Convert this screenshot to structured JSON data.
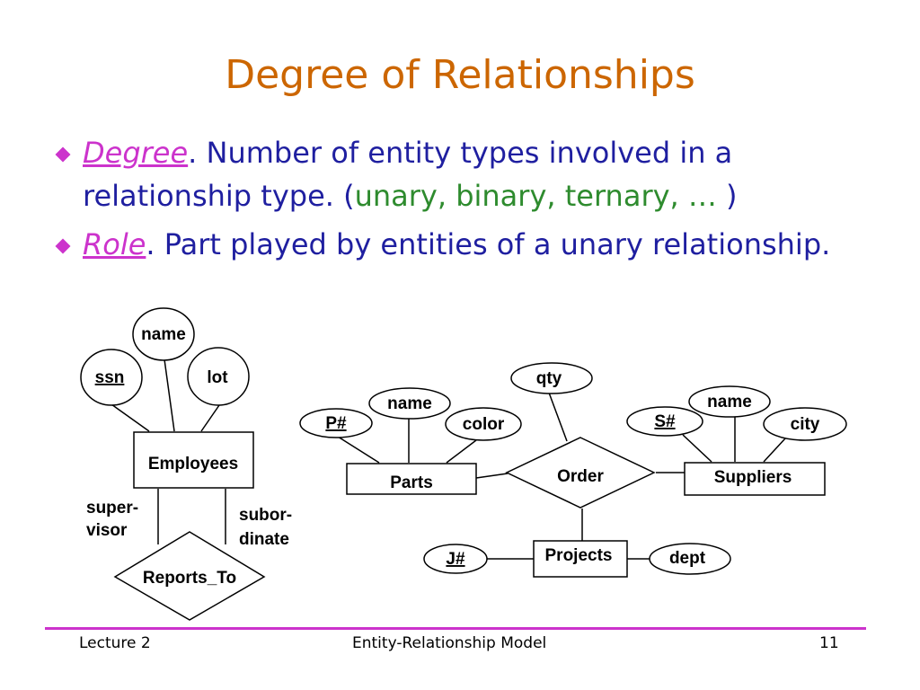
{
  "slide": {
    "title": "Degree of Relationships",
    "bullets": {
      "degree": {
        "term": "Degree",
        "text_a": ". Number of entity types involved in a relationship type. (",
        "examples": "unary, binary, ternary, … ",
        "text_b": ")"
      },
      "role": {
        "term": "Role",
        "text": ". Part played by entities of a unary relationship."
      }
    }
  },
  "diagram": {
    "employees": {
      "entity": "Employees",
      "attributes": {
        "ssn": "ssn",
        "name": "name",
        "lot": "lot"
      },
      "relationship": "Reports_To",
      "role_left": [
        "super-",
        "visor"
      ],
      "role_right": [
        "subor-",
        "dinate"
      ]
    },
    "order": {
      "relationship": "Order",
      "relationship_attribute": "qty",
      "parts": {
        "entity": "Parts",
        "key": "P#",
        "name": "name",
        "color": "color"
      },
      "suppliers": {
        "entity": "Suppliers",
        "key": "S#",
        "name": "name",
        "city": "city"
      },
      "projects": {
        "entity": "Projects",
        "key": "J#",
        "dept": "dept"
      }
    }
  },
  "footer": {
    "left": "Lecture 2",
    "center": "Entity-Relationship Model",
    "right": "11"
  }
}
